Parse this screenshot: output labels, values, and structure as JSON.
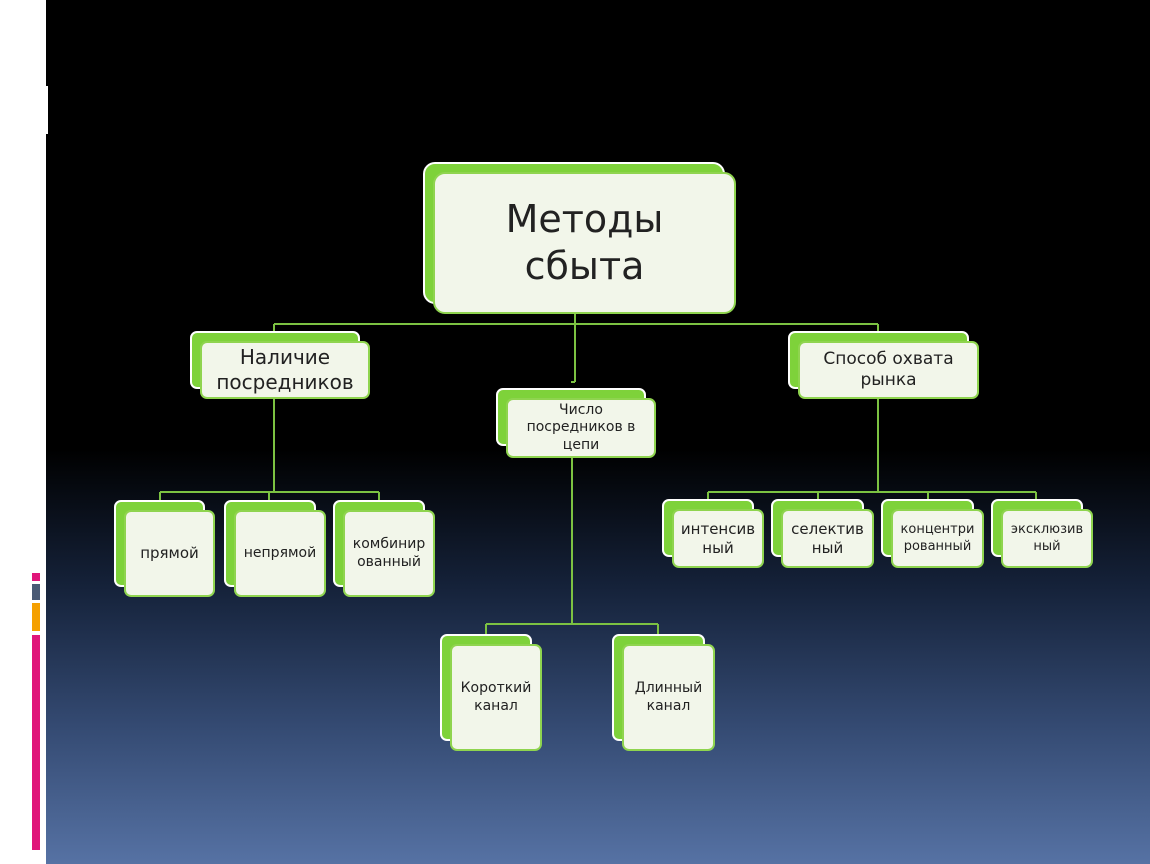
{
  "diagram": {
    "root": {
      "label": "Методы сбыта"
    },
    "branches": [
      {
        "id": "intermediaries",
        "label": "Наличие посредников",
        "children": [
          "прямой",
          "непрямой",
          "комбинир ованный"
        ]
      },
      {
        "id": "chain",
        "label": "Число посредников в цепи",
        "children": [
          "Короткий канал",
          "Длинный канал"
        ]
      },
      {
        "id": "coverage",
        "label": "Способ охвата рынка",
        "children": [
          "интенсив ный",
          "селектив ный",
          "концентри рованный",
          "эксклюзив ный"
        ]
      }
    ]
  },
  "colors": {
    "box_accent": "#7ed23a",
    "box_fill": "#f2f6ea",
    "box_border": "#8fd44f",
    "connector": "#7cc242",
    "edge_magenta": "#e0157a",
    "edge_orange": "#f5a000",
    "edge_slate": "#4a5a75"
  }
}
